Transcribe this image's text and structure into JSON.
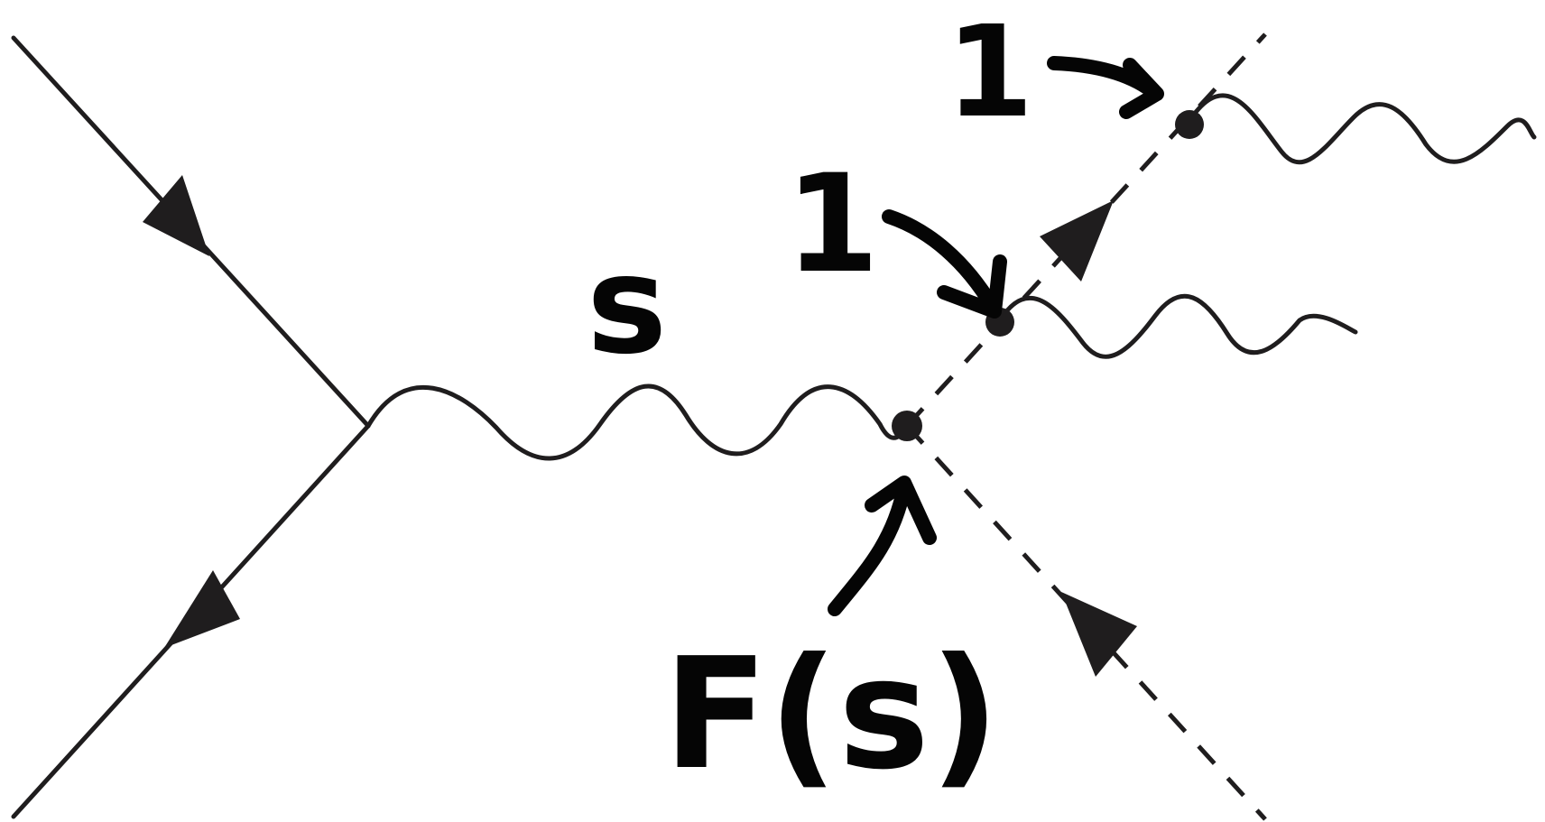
{
  "diagram": {
    "vertex_label_s": "s",
    "vertex_label_one_upper": "1",
    "vertex_label_one_lower": "1",
    "vertex_label_form_factor": "F(s)",
    "colors": {
      "line": "#1f1d1e",
      "ink": "#050505",
      "background": "#ffffff"
    }
  }
}
